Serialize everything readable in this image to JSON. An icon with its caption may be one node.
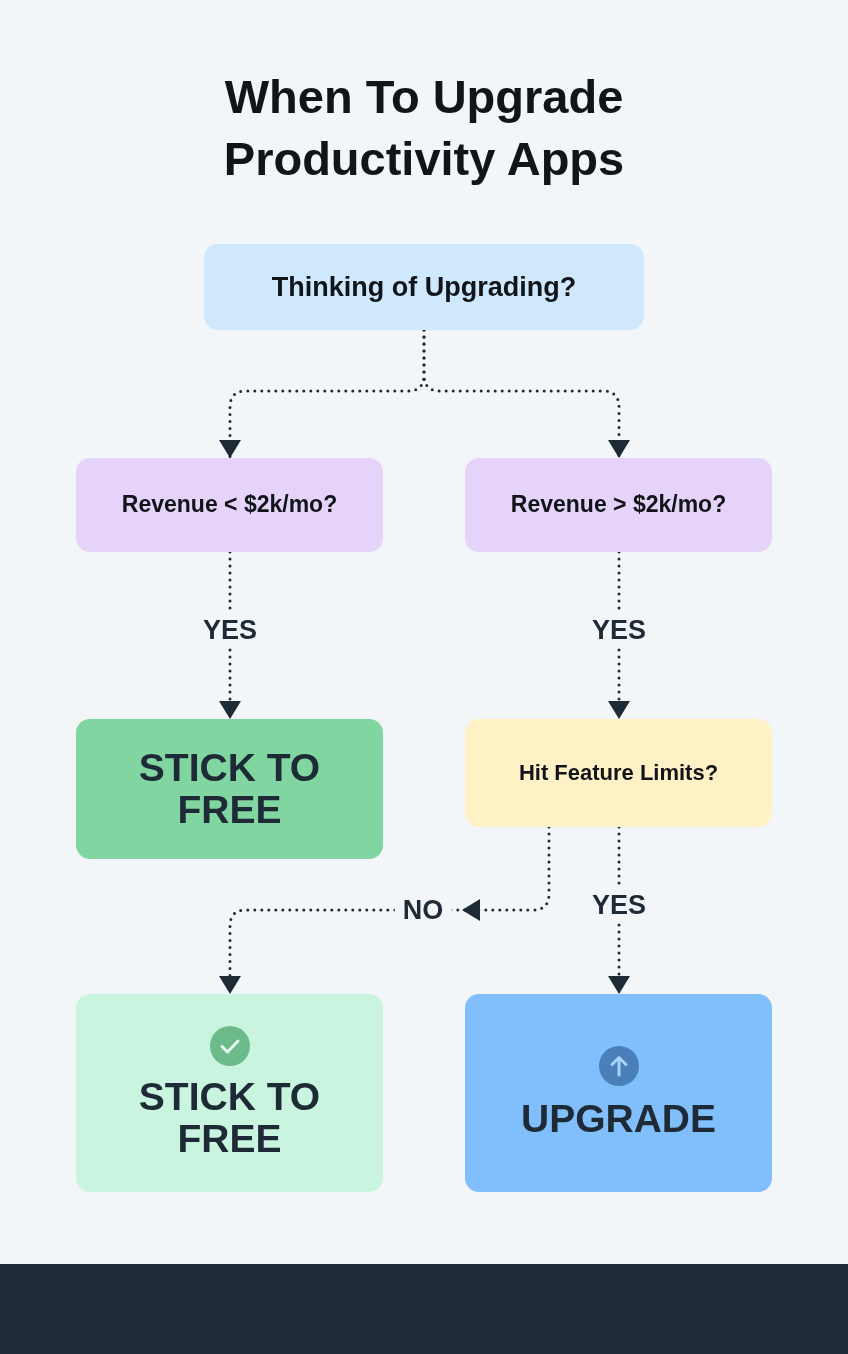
{
  "diagram": {
    "title": "When To Upgrade Productivity Apps",
    "nodes": [
      {
        "text": [
          "Thinking of Upgrading?"
        ]
      },
      {
        "text": [
          "Revenue < $2k/mo?"
        ]
      },
      {
        "text": [
          "Revenue > $2k/mo?"
        ]
      },
      {
        "text": [
          "STICK TO FREE"
        ]
      },
      {
        "text": [
          "Hit Feature Limits?"
        ]
      },
      {
        "text": [
          "STICK TO FREE"
        ]
      },
      {
        "text": [
          "UPGRADE"
        ]
      }
    ],
    "edges": [
      {
        "from": 0,
        "to": 1,
        "arrow": "to"
      },
      {
        "from": 0,
        "to": 2,
        "arrow": "to"
      },
      {
        "from": 1,
        "to": 3,
        "label": "YES",
        "arrow": "to"
      },
      {
        "from": 2,
        "to": 4,
        "label": "YES",
        "arrow": "to"
      },
      {
        "from": 4,
        "to": 5,
        "label": "NO",
        "arrow": "to"
      },
      {
        "from": 4,
        "to": 6,
        "label": "YES",
        "arrow": "to"
      }
    ]
  }
}
